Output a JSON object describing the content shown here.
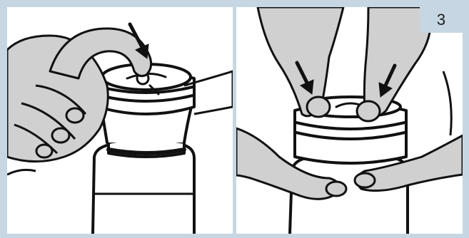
{
  "step": {
    "number": "3"
  },
  "palette": {
    "frame": "#c6d7e3",
    "panel_bg": "#ffffff",
    "hand_fill": "#d0d0d0",
    "outline": "#111111"
  },
  "panels": [
    {
      "name": "left-illustration",
      "arrow_count": 1
    },
    {
      "name": "right-illustration",
      "arrow_count": 2
    }
  ]
}
